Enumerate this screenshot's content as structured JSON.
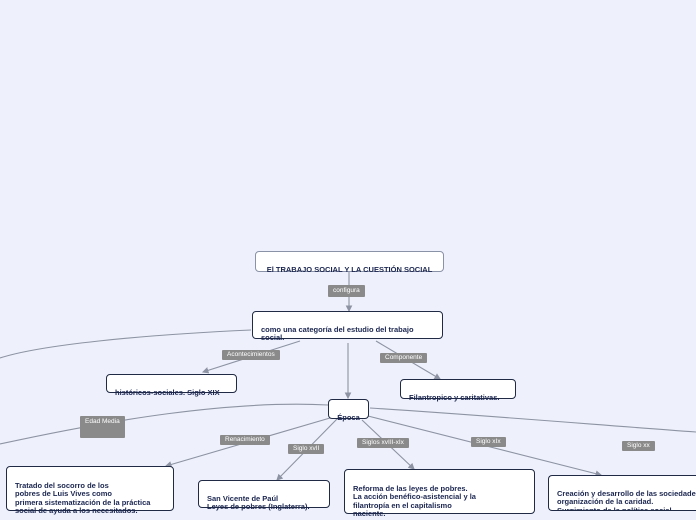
{
  "colors": {
    "background": "#eef1fb",
    "edge": "#8d93a3",
    "label_bg": "#8a8a8a",
    "node_border": "#202a44",
    "text": "#1b2650"
  },
  "root": "El TRABAJO SOCIAL Y LA CUESTIÓN SOCIAL",
  "link_configura": "configura",
  "category": "como una categoría del estudio del trabajo\nsocial.",
  "link_acontecimientos": "Acontecimientos",
  "link_componente": "Componente",
  "historicos": "históricos-sociales. Siglo XIX",
  "filantropico": "Filantropico y caritativas.",
  "epoca": "Época",
  "branches": {
    "edad_media": {
      "label": "Edad Media"
    },
    "renacimiento": {
      "label": "Renacimiento",
      "text": "Tratado del socorro de los\npobres de Luis Vives como\nprimera sistematización de la práctica\nsocial de ayuda a los necesitados."
    },
    "siglo_xvii": {
      "label": "Siglo xvII",
      "text": "San Vicente de Paúl\nLeyes de pobres (Inglaterra)."
    },
    "siglos_xviii_xix": {
      "label": "Siglos xvIII-xIx",
      "text": "Reforma de las leyes de pobres.\nLa acción benéfico-asistencial y la\nfilantropía en el capitalismo\nnaciente."
    },
    "siglo_xix": {
      "label": "Siglo xIx",
      "text": "Creación y desarrollo de las sociedades de\norganización de la caridad.\nSurgimiento de la política social."
    },
    "siglo_xx": {
      "label": "Siglo xx"
    }
  }
}
